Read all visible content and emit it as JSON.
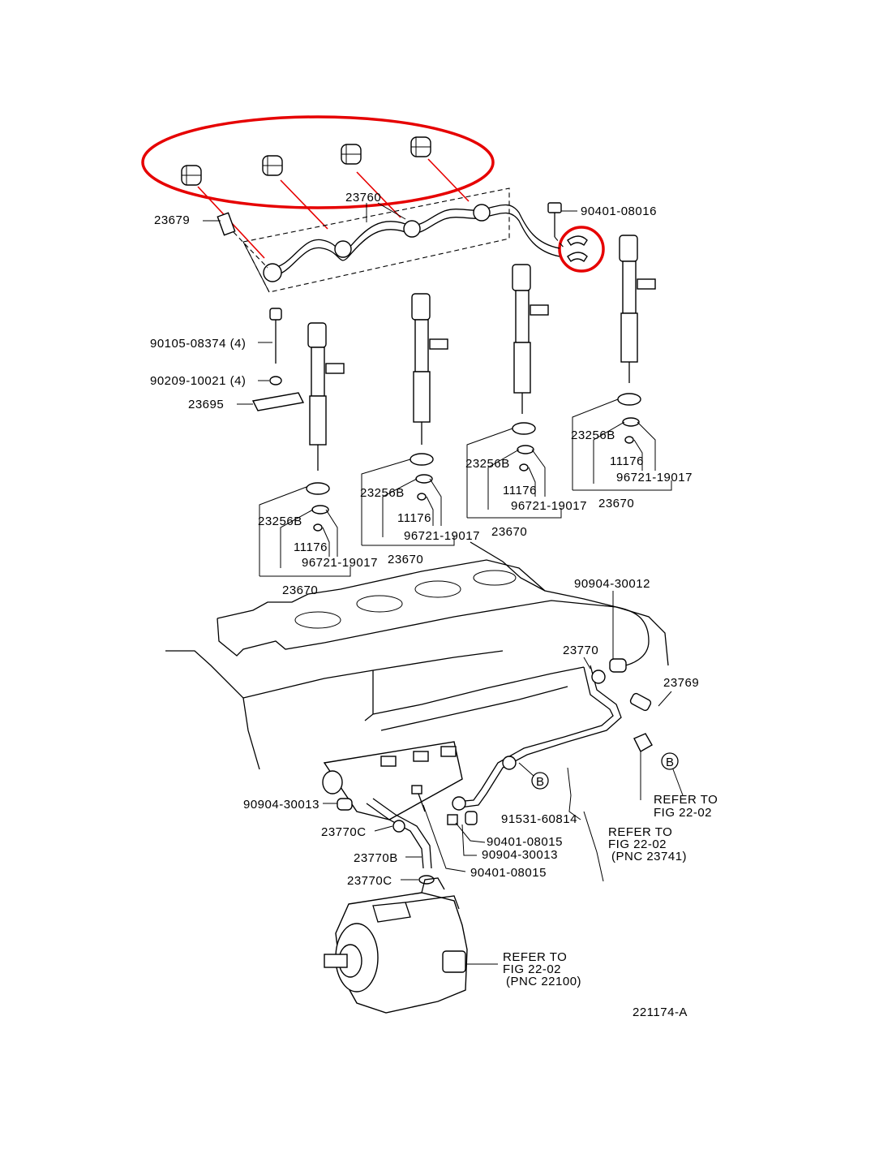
{
  "diagram_id": "221174-A",
  "labels": {
    "p23760": "23760",
    "p23679": "23679",
    "p90401_08016": "90401-08016",
    "p90105_08374": "90105-08374 (4)",
    "p90209_10021": "90209-10021 (4)",
    "p23695": "23695",
    "i1_23256b": "23256B",
    "i1_11176": "11176",
    "i1_96721": "96721-19017",
    "i1_23670": "23670",
    "i2_23256b": "23256B",
    "i2_11176": "11176",
    "i2_96721": "96721-19017",
    "i2_23670": "23670",
    "i3_23256b": "23256B",
    "i3_11176": "11176",
    "i3_96721": "96721-19017",
    "i3_23670": "23670",
    "i4_23256b": "23256B",
    "i4_11176": "11176",
    "i4_96721": "96721-19017",
    "i4_23670": "23670",
    "p90904_30012": "90904-30012",
    "p23770": "23770",
    "p23769": "23769",
    "b_marker_1": "B",
    "b_marker_2": "B",
    "refer_1_l1": "REFER TO",
    "refer_1_l2": "FIG 22-02",
    "p90904_30013_a": "90904-30013",
    "p91531_60814": "91531-60814",
    "refer_2_l1": "REFER TO",
    "refer_2_l2": "FIG 22-02",
    "refer_2_l3": "(PNC 23741)",
    "p23770c_a": "23770C",
    "p90401_08015_a": "90401-08015",
    "p23770b": "23770B",
    "p90904_30013_b": "90904-30013",
    "p23770c_b": "23770C",
    "p90401_08015_b": "90401-08015",
    "refer_3_l1": "REFER TO",
    "refer_3_l2": "FIG 22-02",
    "refer_3_l3": "(PNC 22100)"
  },
  "colors": {
    "highlight": "#e60000",
    "line": "#000000",
    "background": "#ffffff"
  }
}
